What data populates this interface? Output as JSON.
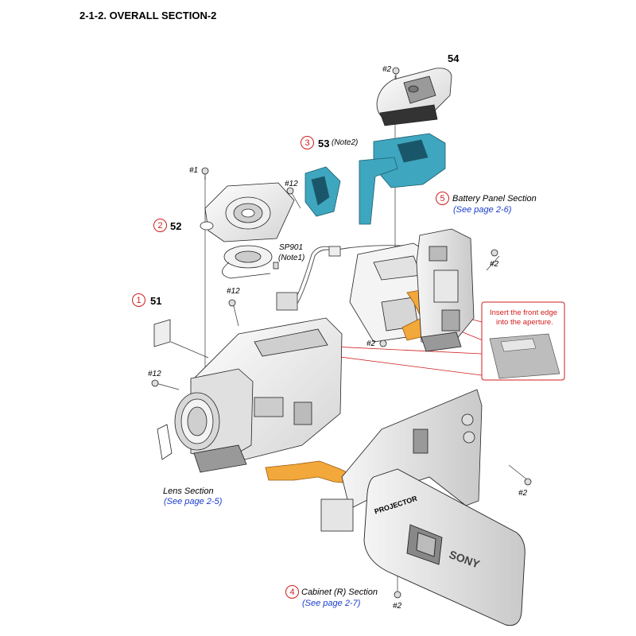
{
  "title": "2-1-2. OVERALL  SECTION-2",
  "parts": {
    "p51": "51",
    "p52": "52",
    "p53": "53",
    "p54": "54"
  },
  "notes": {
    "note2": "(Note2)",
    "sp901": "SP901",
    "note1": "(Note1)"
  },
  "screws": {
    "s2": "#2",
    "s1": "#1",
    "s12": "#12"
  },
  "circles": [
    "1",
    "2",
    "3",
    "4",
    "5"
  ],
  "sections": {
    "battery": "Battery Panel Section",
    "battery_ref": "(See page 2-6)",
    "lens": "Lens Section",
    "lens_ref": "(See page 2-5)",
    "cabinet": "Cabinet (R) Section",
    "cabinet_ref": "(See page 2-7)"
  },
  "callout": {
    "line1": "Insert the front edge",
    "line2": "into the aperture."
  },
  "lettering": {
    "projector": "PROJECTOR",
    "sony": "SONY"
  },
  "colors": {
    "flex_blue": "#3fa6bf",
    "flex_orange": "#f2a83a",
    "callout_red": "#d21c1c",
    "link_blue": "#1a3ccc"
  }
}
